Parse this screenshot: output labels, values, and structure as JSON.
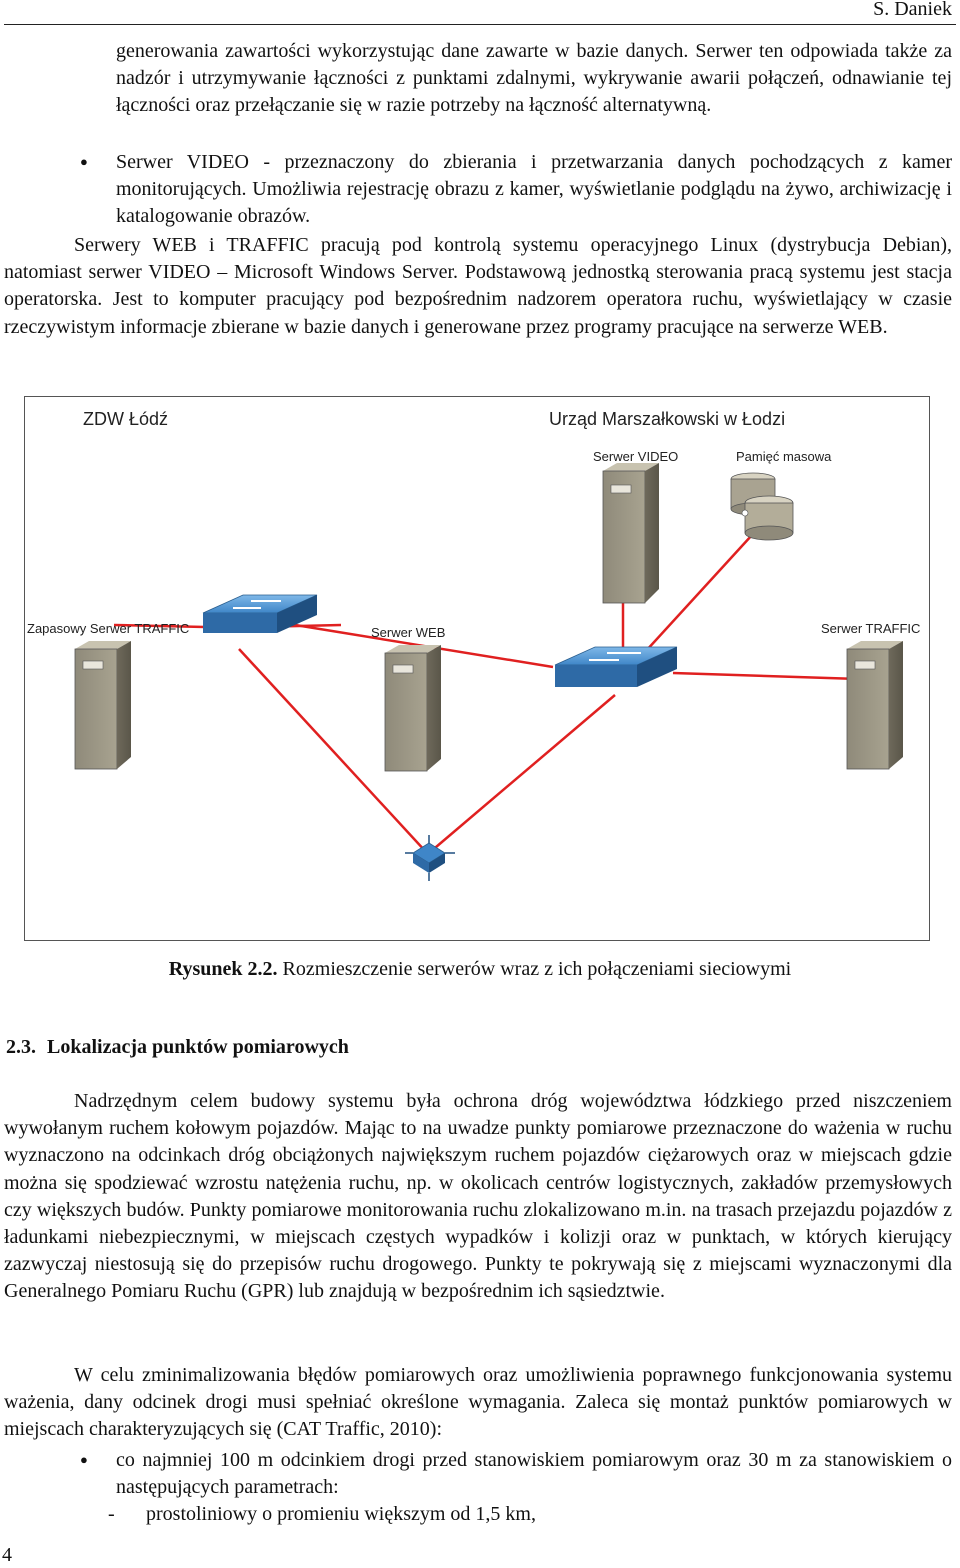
{
  "header": {
    "author": "S. Daniek"
  },
  "intro_continuation": "generowania zawartości wykorzystując dane zawarte w bazie danych. Serwer ten odpowiada także za nadzór i utrzymywanie łączności z punktami zdalnymi, wykrywanie awarii połączeń, odnawianie tej łączności oraz przełączanie się w razie potrzeby na łączność alternatywną.",
  "bullet_video": "Serwer VIDEO - przeznaczony do zbierania i przetwarzania danych pochodzących z kamer monitorujących. Umożliwia rejestrację obrazu z kamer, wyświetlanie podglądu na żywo, archiwizację i katalogowanie obrazów.",
  "para_servers": "Serwery WEB i TRAFFIC pracują pod kontrolą systemu operacyjnego Linux (dystrybucja Debian), natomiast serwer VIDEO – Microsoft Windows Server. Podstawową jednostką sterowania pracą systemu jest stacja operatorska. Jest to komputer pracujący pod bezpośrednim nadzorem operatora ruchu, wyświetlający w czasie rzeczywistym informacje zbierane w bazie danych i generowane przez programy pracujące na serwerze WEB.",
  "figure": {
    "label_zdw": "ZDW Łódź",
    "label_urzad": "Urząd Marszałkowski w Łodzi",
    "label_video": "Serwer VIDEO",
    "label_storage": "Pamięć masowa",
    "label_backup": "Zapasowy Serwer TRAFFIC",
    "label_web": "Serwer WEB",
    "label_traffic": "Serwer TRAFFIC",
    "line_color": "#e02020"
  },
  "caption": {
    "label": "Rysunek 2.2.",
    "text": " Rozmieszczenie serwerów wraz z ich połączeniami sieciowymi"
  },
  "section": {
    "number": "2.3.",
    "title": "Lokalizacja punktów pomiarowych"
  },
  "para_goal": "Nadrzędnym celem budowy systemu była ochrona dróg województwa łódzkiego przed niszczeniem wywołanym ruchem kołowym pojazdów. Mając to na uwadze punkty pomiarowe przeznaczone do ważenia w ruchu wyznaczono na odcinkach dróg obciążonych największym ruchem pojazdów ciężarowych oraz w miejscach gdzie można się spodziewać wzrostu natężenia ruchu, np. w okolicach centrów logistycznych, zakładów przemysłowych czy większych budów. Punkty pomiarowe monitorowania ruchu zlokalizowano m.in. na trasach przejazdu pojazdów z ładunkami niebezpiecznymi, w miejscach częstych wypadków i kolizji oraz w punktach, w których kierujący zazwyczaj niestosują się do przepisów ruchu drogowego. Punkty te pokrywają się z miejscami wyznaczonymi dla Generalnego Pomiaru Ruchu (GPR) lub znajdują w bezpośrednim ich sąsiedztwie.",
  "para_minimize": "W celu zminimalizowania błędów pomiarowych oraz umożliwienia poprawnego funkcjonowania systemu ważenia, dany odcinek drogi musi spełniać określone wymagania. Zaleca się montaż punktów pomiarowych w miejscach charakteryzujących się (CAT Traffic, 2010):",
  "bullet_100m": "co najmniej 100 m odcinkiem drogi przed stanowiskiem pomiarowym oraz 30 m za stanowiskiem o następujących parametrach:",
  "dash_item": "prostoliniowy o promieniu większym od 1,5 km,",
  "page_number": "4"
}
